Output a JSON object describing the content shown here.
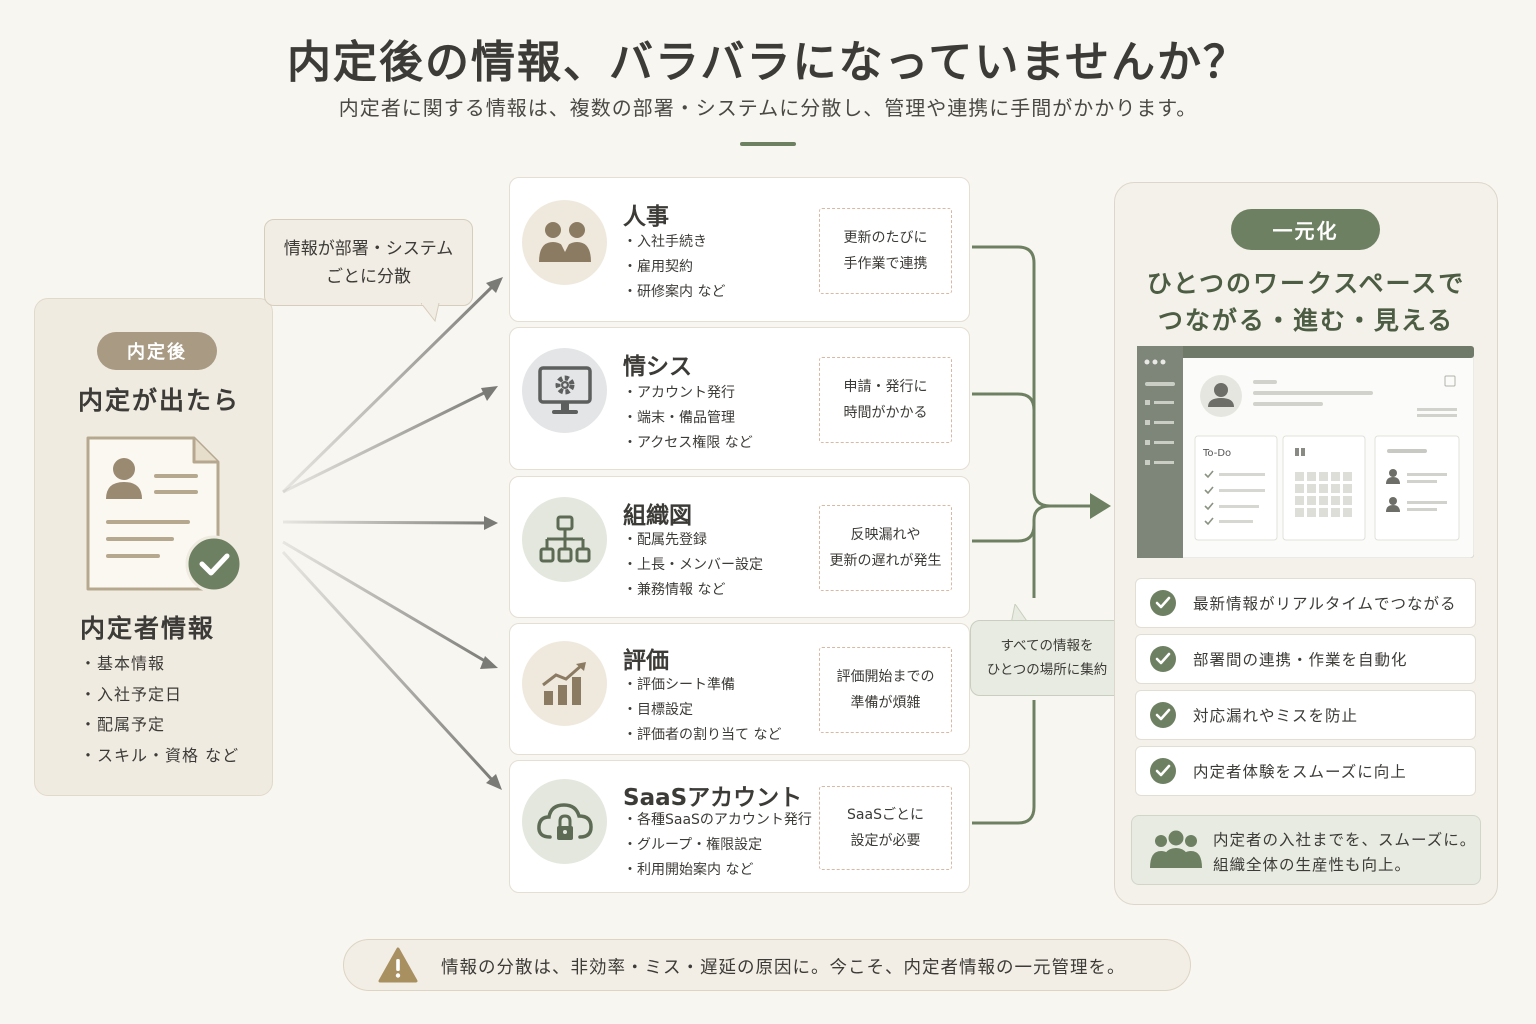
{
  "header": {
    "title": "内定後の情報、バラバラになっていませんか？",
    "subtitle": "内定者に関する情報は、複数の部署・システムに分散し、管理や連携に手間がかかります。"
  },
  "left": {
    "badge": "内定後",
    "heading": "内定が出たら",
    "icon": "document-check-icon",
    "subheading": "内定者情報",
    "items": [
      "・基本情報",
      "・入社予定日",
      "・配属予定",
      "・スキル・資格 など"
    ]
  },
  "callout": {
    "line1": "情報が部署・システム",
    "line2": "ごとに分散"
  },
  "departments": [
    {
      "name": "人事",
      "icon": "people-icon",
      "items": [
        "・入社手続き",
        "・雇用契約",
        "・研修案内 など"
      ],
      "note": [
        "更新のたびに",
        "手作業で連携"
      ]
    },
    {
      "name": "情シス",
      "icon": "monitor-gear-icon",
      "items": [
        "・アカウント発行",
        "・端末・備品管理",
        "・アクセス権限 など"
      ],
      "note": [
        "申請・発行に",
        "時間がかかる"
      ]
    },
    {
      "name": "組織図",
      "icon": "org-chart-icon",
      "items": [
        "・配属先登録",
        "・上長・メンバー設定",
        "・兼務情報 など"
      ],
      "note": [
        "反映漏れや",
        "更新の遅れが発生"
      ]
    },
    {
      "name": "評価",
      "icon": "growth-chart-icon",
      "items": [
        "・評価シート準備",
        "・目標設定",
        "・評価者の割り当て など"
      ],
      "note": [
        "評価開始までの",
        "準備が煩雑"
      ]
    },
    {
      "name": "SaaSアカウント",
      "icon": "cloud-lock-icon",
      "items": [
        "・各種SaaSのアカウント発行",
        "・グループ・権限設定",
        "・利用開始案内 など"
      ],
      "note": [
        "SaaSごとに",
        "設定が必要"
      ]
    }
  ],
  "center_callout": {
    "line1": "すべての情報を",
    "line2": "ひとつの場所に集約"
  },
  "right": {
    "badge": "一元化",
    "heading_line1": "ひとつのワークスペースで",
    "heading_line2": "つながる・進む・見える",
    "mock_todo_label": "To-Do",
    "benefits": [
      "最新情報がリアルタイムでつながる",
      "部署間の連携・作業を自動化",
      "対応漏れやミスを防止",
      "内定者体験をスムーズに向上"
    ],
    "summary_line1": "内定者の入社までを、スムーズに。",
    "summary_line2": "組織全体の生産性も向上。"
  },
  "footer": {
    "icon": "warning-icon",
    "text": "情報の分散は、非効率・ミス・遅延の原因に。今こそ、内定者情報の一元管理を。"
  },
  "colors": {
    "accent_green": "#6e8062",
    "accent_tan": "#a89a83",
    "background": "#f8f6f1"
  }
}
